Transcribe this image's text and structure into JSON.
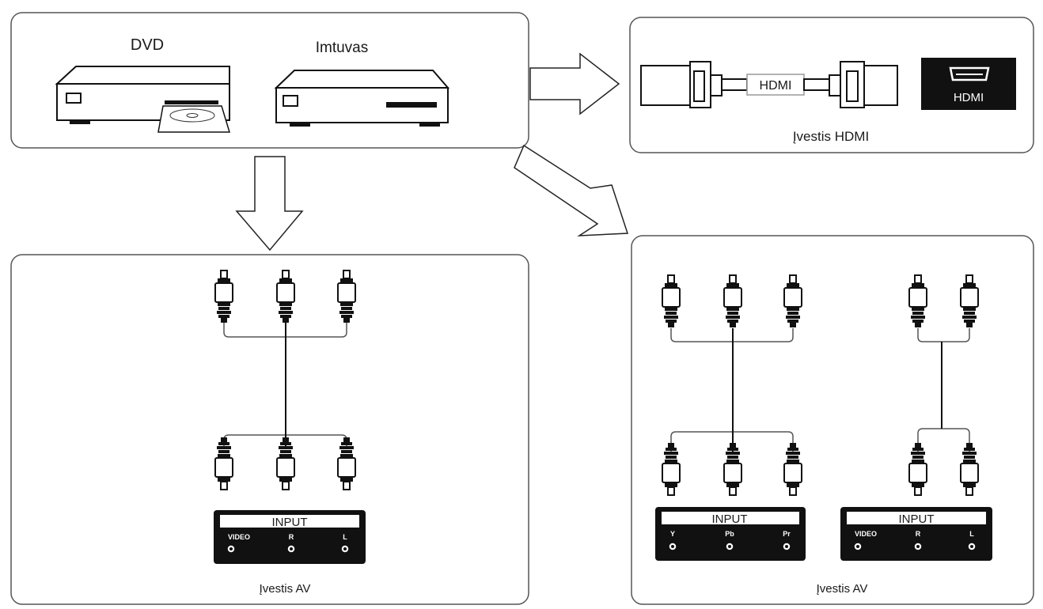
{
  "sources": {
    "dvd_label": "DVD",
    "receiver_label": "Imtuvas"
  },
  "hdmi": {
    "cable_label": "HDMI",
    "port_label": "HDMI",
    "caption": "Įvestis HDMI"
  },
  "av_left": {
    "panel_title": "INPUT",
    "jacks": [
      "VIDEO",
      "R",
      "L"
    ],
    "caption": "Įvestis AV"
  },
  "av_right": {
    "component_panel_title": "INPUT",
    "component_jacks": [
      "Y",
      "Pb",
      "Pr"
    ],
    "audio_panel_title": "INPUT",
    "audio_jacks": [
      "VIDEO",
      "R",
      "L"
    ],
    "caption": "Įvestis AV"
  }
}
